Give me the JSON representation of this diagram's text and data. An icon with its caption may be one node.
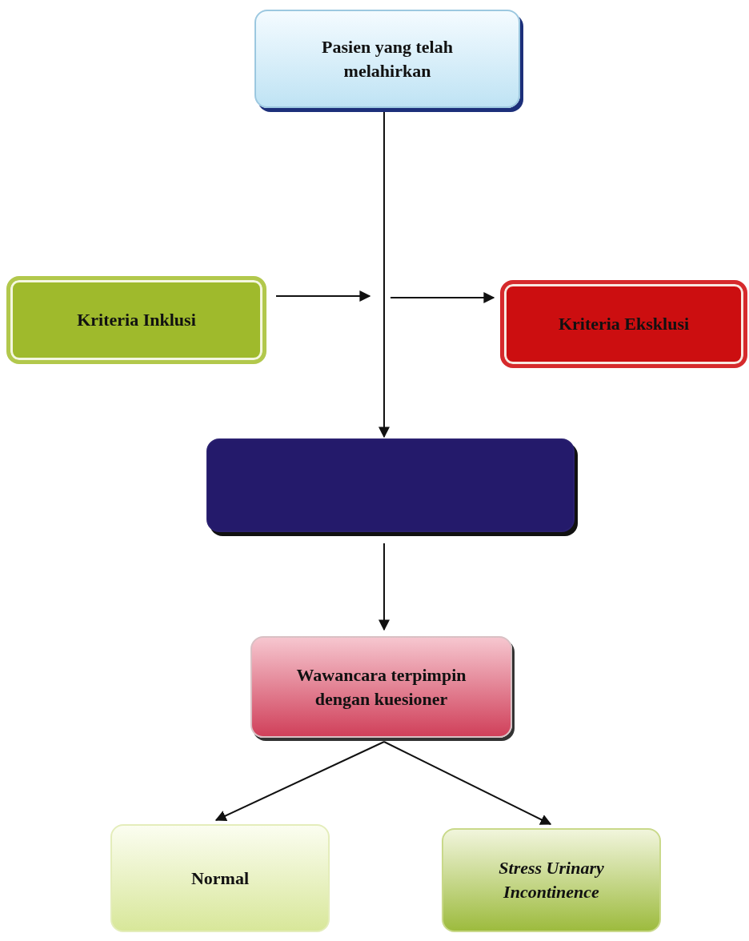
{
  "diagram": {
    "nodes": [
      {
        "text": [
          "Pasien yang telah melahirkan"
        ]
      },
      {
        "text": [
          "Kriteria Inklusi"
        ]
      },
      {
        "text": [
          "Kriteria Eksklusi"
        ]
      },
      {
        "text": [],
        "shape": "box"
      },
      {
        "text": [
          "Wawancara terpimpin dengan kuesioner"
        ]
      },
      {
        "text": [
          "Normal"
        ]
      },
      {
        "text": [
          "Stress Urinary Incontinence"
        ]
      }
    ],
    "edges": [
      {
        "from": 0,
        "to": 3,
        "arrow": "to"
      },
      {
        "from": 1,
        "to": null,
        "arrow": "to"
      },
      {
        "from": null,
        "to": 2,
        "arrow": "to"
      },
      {
        "from": 3,
        "to": 4,
        "arrow": "to"
      },
      {
        "from": 4,
        "to": 5,
        "arrow": "to"
      },
      {
        "from": 4,
        "to": 6,
        "arrow": "to"
      }
    ]
  }
}
